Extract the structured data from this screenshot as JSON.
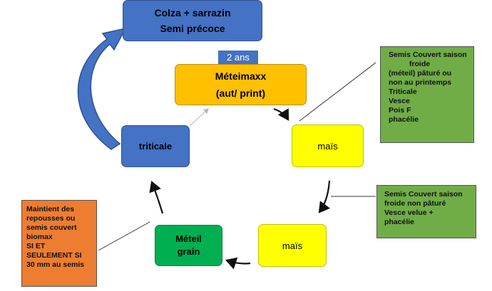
{
  "nodes": {
    "colza": {
      "lines": [
        "Colza + sarrazin",
        "Semi précoce"
      ],
      "color": "#4472C4"
    },
    "years_badge": {
      "text": "2 ans",
      "color": "#4472C4"
    },
    "meteimaxx": {
      "lines": [
        "Méteimaxx",
        "(aut/ print)"
      ],
      "color": "#FFC000"
    },
    "mais_top": {
      "text": "maïs",
      "color": "#FFFF00"
    },
    "triticale": {
      "text": "triticale",
      "color": "#4472C4"
    },
    "mais_bottom": {
      "text": "maïs",
      "color": "#FFFF00"
    },
    "meteil_grain": {
      "lines": [
        "Méteil",
        "grain"
      ],
      "color": "#00B050"
    }
  },
  "notes": {
    "right_top": {
      "lines": [
        "Semis Couvert saison",
        "froide",
        "(méteil) pâturé ou",
        "non au printemps",
        "Triticale",
        "Vesce",
        "Pois F",
        "phacélie"
      ],
      "color": "#70AD47"
    },
    "right_bottom": {
      "lines": [
        "Semis Couvert saison",
        "froide non pâturé",
        "Vesce velue +",
        "phacélie"
      ],
      "color": "#70AD47"
    },
    "left": {
      "lines": [
        "Maintient des",
        "repousses ou",
        "semis couvert",
        "biomax",
        "SI ET",
        "SEULEMENT SI",
        "30 mm au semis"
      ],
      "color": "#ED7D31"
    }
  }
}
